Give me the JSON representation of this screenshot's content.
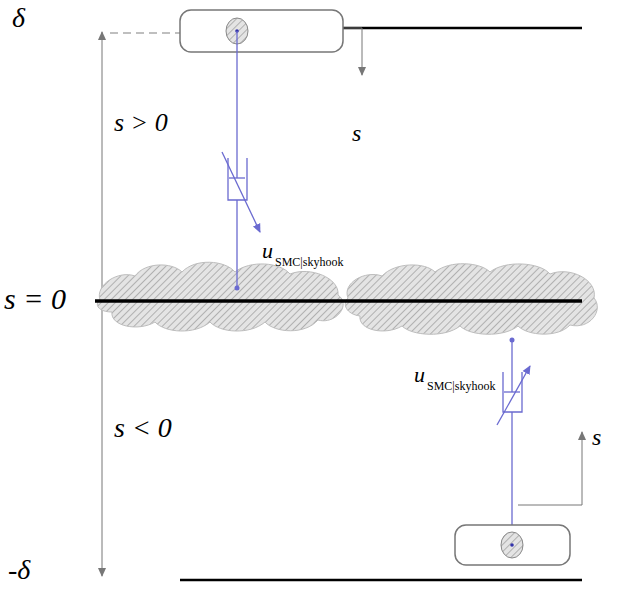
{
  "diagram": {
    "labels": [
      "δ",
      "s",
      "s > 0",
      "u",
      "SMC|skyhook",
      "s = 0",
      "u",
      "SMC|skyhook",
      "s < 0",
      "s",
      "-δ"
    ]
  }
}
